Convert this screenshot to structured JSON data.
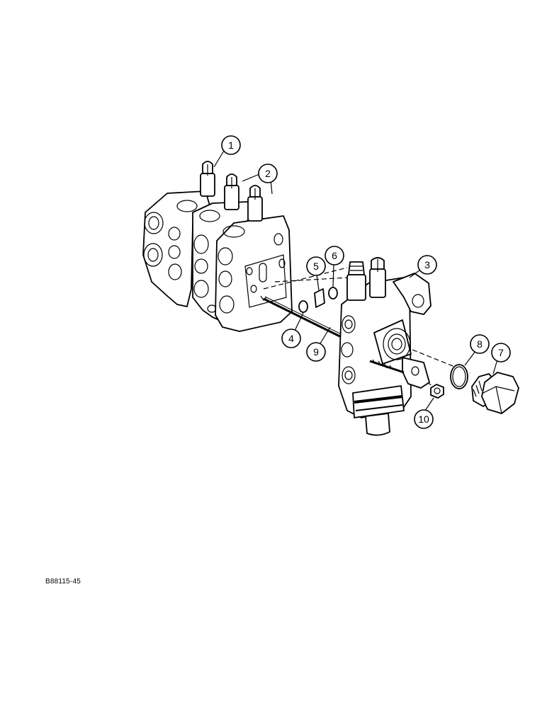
{
  "figure_ref": "B88115-45",
  "callouts": [
    {
      "n": "1"
    },
    {
      "n": "2"
    },
    {
      "n": "3"
    },
    {
      "n": "4"
    },
    {
      "n": "5"
    },
    {
      "n": "6"
    },
    {
      "n": "7"
    },
    {
      "n": "8"
    },
    {
      "n": "9"
    },
    {
      "n": "10"
    }
  ]
}
